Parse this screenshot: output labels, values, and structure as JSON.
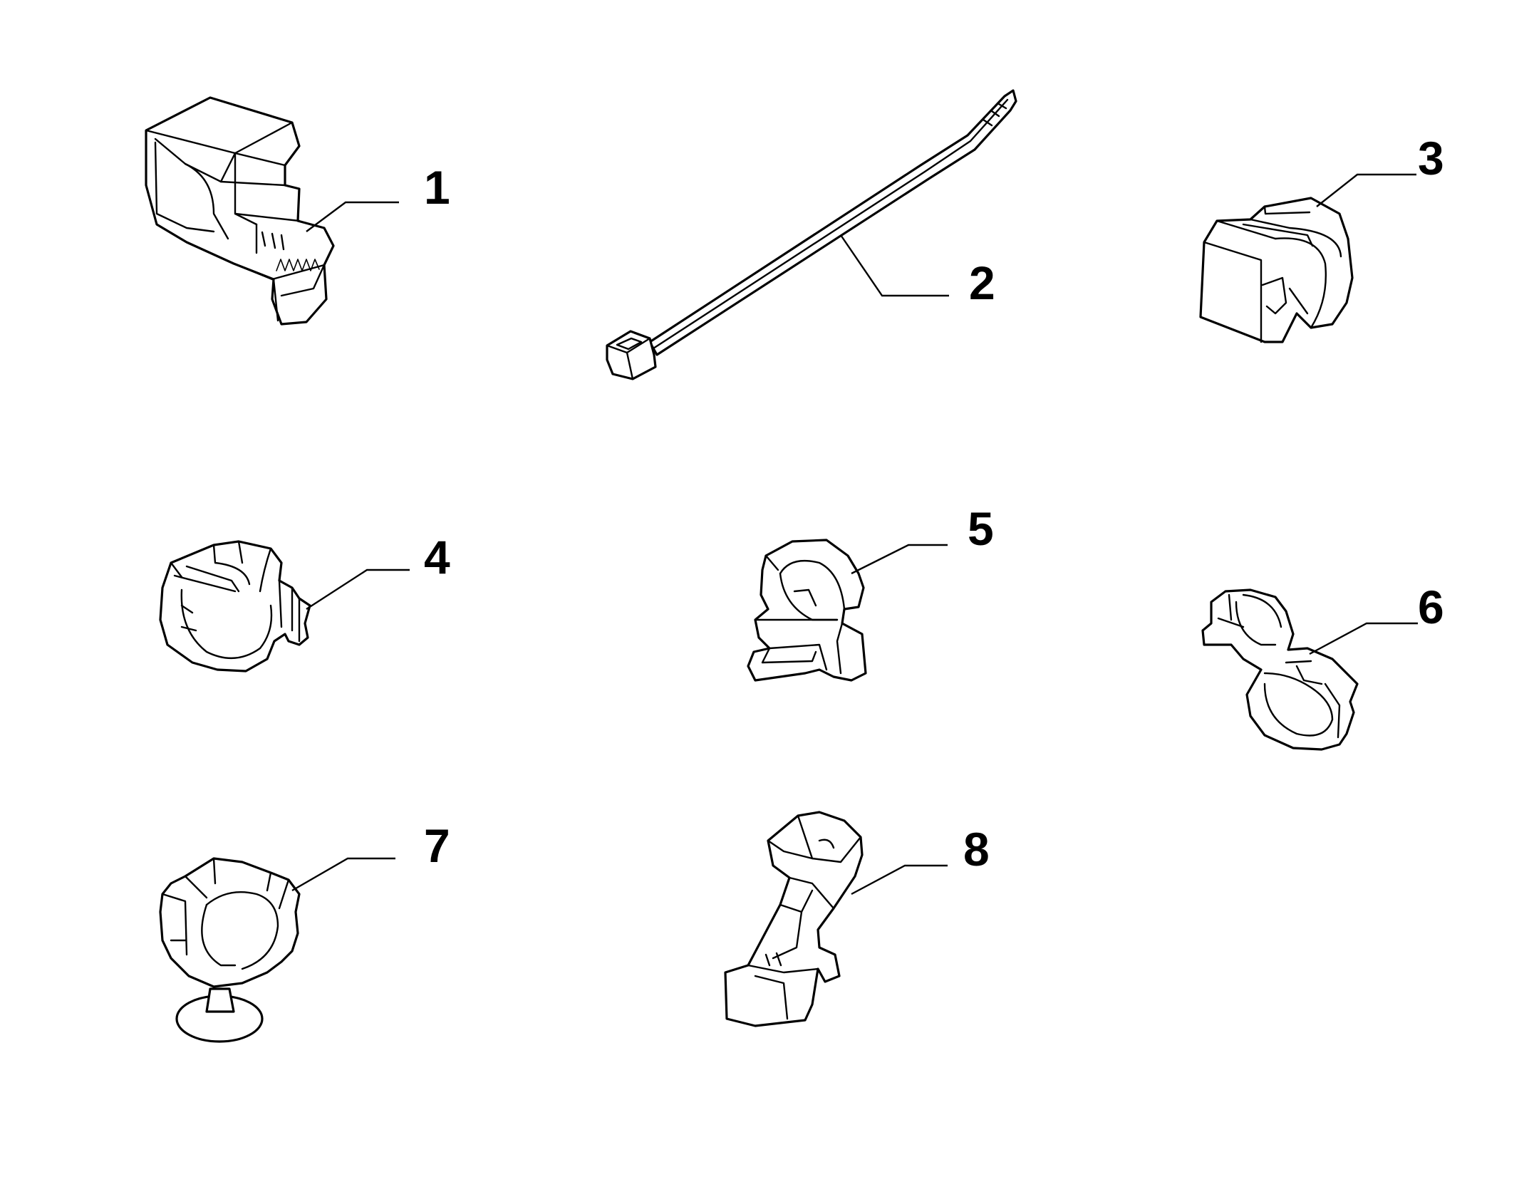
{
  "callouts": [
    {
      "number": "1",
      "part": "wiring-harness-clip-with-push-tab"
    },
    {
      "number": "2",
      "part": "cable-tie"
    },
    {
      "number": "3",
      "part": "pipe-clip-with-base"
    },
    {
      "number": "4",
      "part": "open-ring-clip"
    },
    {
      "number": "5",
      "part": "hook-clip"
    },
    {
      "number": "6",
      "part": "double-pipe-clip"
    },
    {
      "number": "7",
      "part": "pipe-clip-with-disc-base"
    },
    {
      "number": "8",
      "part": "angled-support-clip"
    }
  ],
  "colors": {
    "line": "#000000",
    "background": "#ffffff"
  }
}
